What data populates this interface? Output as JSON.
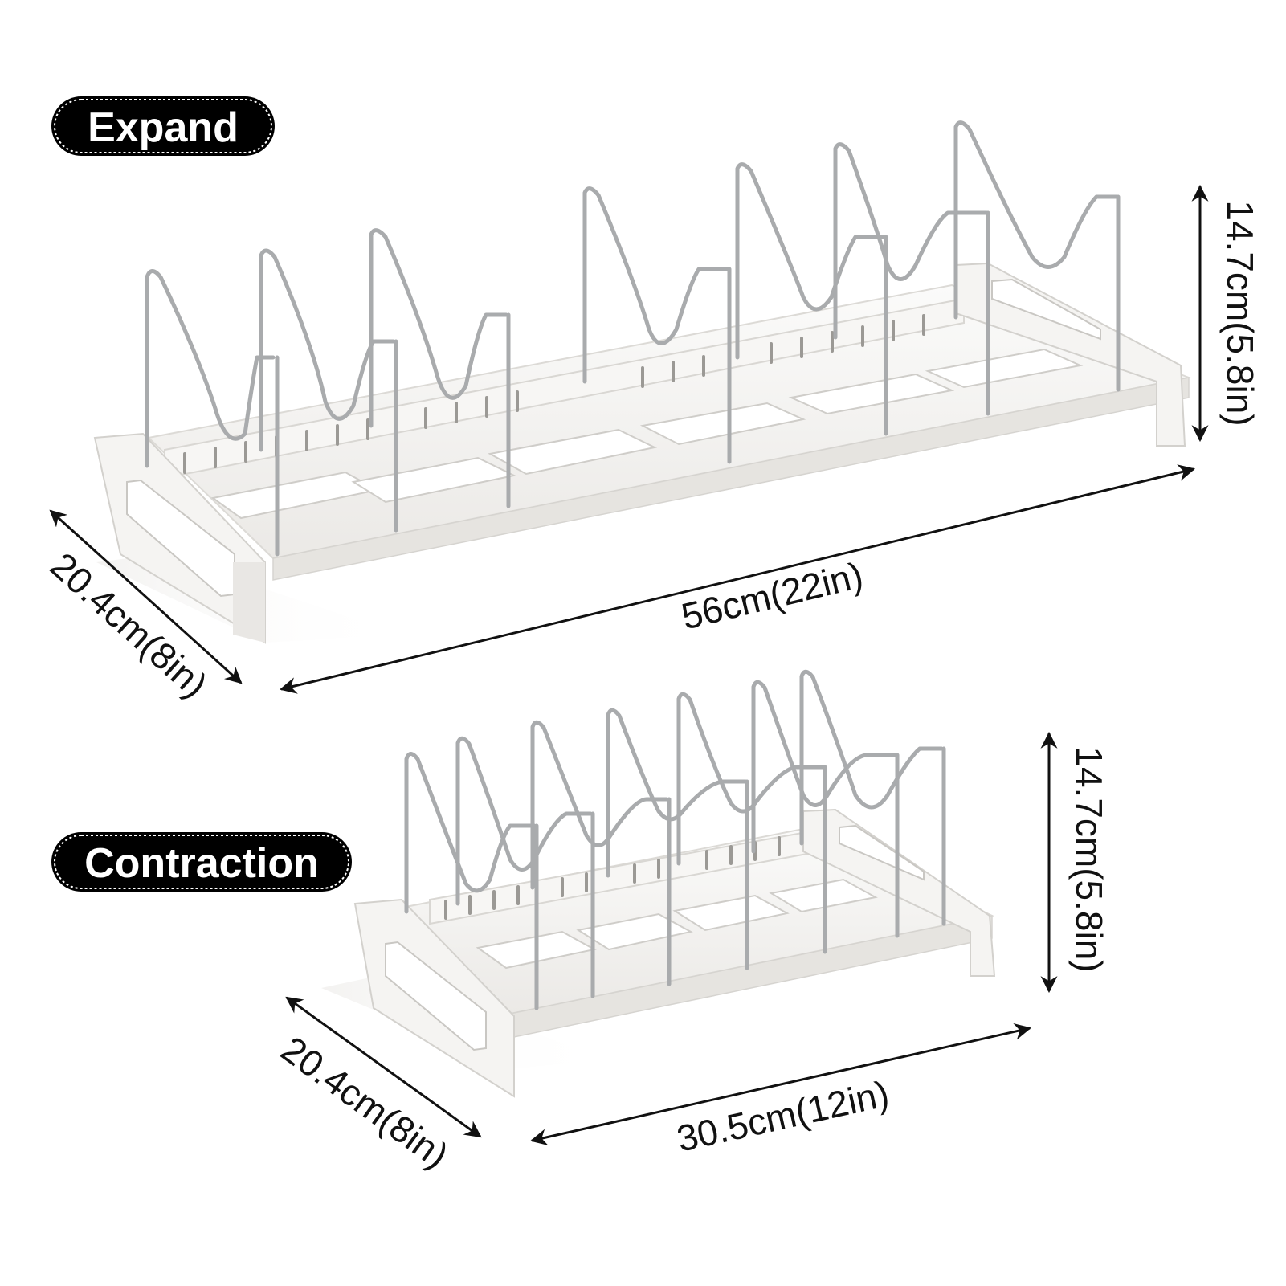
{
  "labels": {
    "expand": "Expand",
    "contraction": "Contraction"
  },
  "expanded": {
    "height": "14.7cm(5.8in)",
    "width": "56cm(22in)",
    "depth": "20.4cm(8in)"
  },
  "contracted": {
    "height": "14.7cm(5.8in)",
    "width": "30.5cm(12in)",
    "depth": "20.4cm(8in)"
  },
  "colors": {
    "background": "#ffffff",
    "label_pill": "#000000",
    "label_text": "#ffffff",
    "rack_body": "#f4f3f1",
    "rack_edge": "#d9d7d3",
    "wire": "#a9abad",
    "dimension": "#111111"
  }
}
